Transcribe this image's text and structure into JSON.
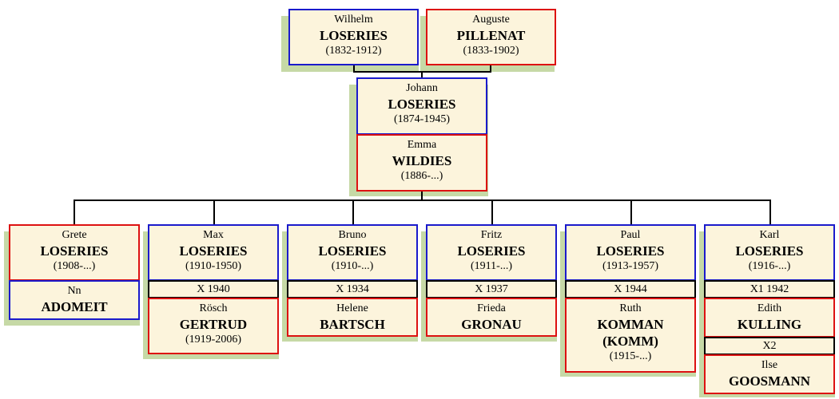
{
  "grandparents": {
    "wilhelm": {
      "first": "Wilhelm",
      "last": "LOSERIES",
      "dates": "(1832-1912)"
    },
    "auguste": {
      "first": "Auguste",
      "last": "PILLENAT",
      "dates": "(1833-1902)"
    }
  },
  "parents": {
    "johann": {
      "first": "Johann",
      "last": "LOSERIES",
      "dates": "(1874-1945)"
    },
    "emma": {
      "first": "Emma",
      "last": "WILDIES",
      "dates": "(1886-...)"
    }
  },
  "children": [
    {
      "first": "Grete",
      "last": "LOSERIES",
      "dates": "(1908-...)",
      "spouse": {
        "first": "Nn",
        "last": "ADOMEIT"
      }
    },
    {
      "first": "Max",
      "last": "LOSERIES",
      "dates": "(1910-1950)",
      "marriage": "X 1940",
      "spouse": {
        "first": "Rösch",
        "last": "GERTRUD",
        "dates": "(1919-2006)"
      }
    },
    {
      "first": "Bruno",
      "last": "LOSERIES",
      "dates": "(1910-...)",
      "marriage": "X 1934",
      "spouse": {
        "first": "Helene",
        "last": "BARTSCH"
      }
    },
    {
      "first": "Fritz",
      "last": "LOSERIES",
      "dates": "(1911-...)",
      "marriage": "X 1937",
      "spouse": {
        "first": "Frieda",
        "last": "GRONAU"
      }
    },
    {
      "first": "Paul",
      "last": "LOSERIES",
      "dates": "(1913-1957)",
      "marriage": "X 1944",
      "spouse": {
        "first": "Ruth",
        "last": "KOMMAN",
        "last2": "(KOMM)",
        "dates": "(1915-...)"
      }
    },
    {
      "first": "Karl",
      "last": "LOSERIES",
      "dates": "(1916-...)",
      "marriage": "X1 1942",
      "spouse": {
        "first": "Edith",
        "last": "KULLING"
      },
      "marriage2": "X2",
      "spouse2": {
        "first": "Ilse",
        "last": "GOOSMANN"
      }
    }
  ],
  "colors": {
    "male_border": "#1a1acc",
    "female_border": "#dd1111",
    "box_fill": "#fcf4dc",
    "shadow": "#c6d9a6"
  }
}
